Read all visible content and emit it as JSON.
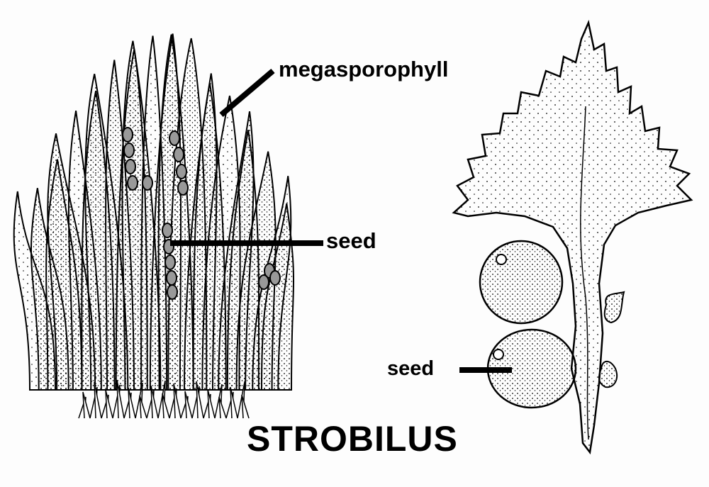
{
  "labels": {
    "megasporophyll": "megasporophyll",
    "seed_left": "seed",
    "seed_right": "seed"
  },
  "title": "STROBILUS"
}
